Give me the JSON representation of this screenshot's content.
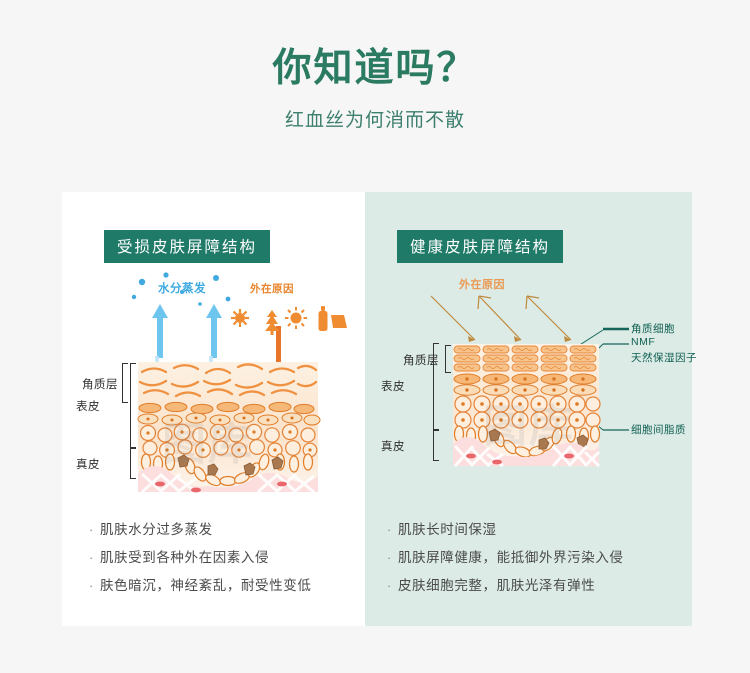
{
  "header": {
    "title": "你知道吗？",
    "subtitle": "红血丝为何消而不散",
    "title_color": "#2b7a62",
    "subtitle_color": "#3d7f6e"
  },
  "page": {
    "background": "#f6f6f6"
  },
  "panels": [
    {
      "id": "damaged",
      "heading": "受损皮肤屏障结构",
      "heading_bg": "#1f7a68",
      "background": "#ffffff",
      "diagram": {
        "labels": {
          "water_evaporation": "水分蒸发",
          "external_causes": "外在原因",
          "stratum_corneum": "角质层",
          "epidermis": "表皮",
          "dermis": "真皮"
        },
        "icons": [
          "virus-burst-icon",
          "tree-icon",
          "sun-icon",
          "cosmetic-bottle-icon",
          "paper-sheet-icon"
        ],
        "arrow_colors": {
          "up": "#6ec6ee",
          "down": "#e8752a"
        }
      },
      "bullets": [
        "肌肤水分过多蒸发",
        "肌肤受到各种外在因素入侵",
        "肤色暗沉，神经紊乱，耐受性变低"
      ]
    },
    {
      "id": "healthy",
      "heading": "健康皮肤屏障结构",
      "heading_bg": "#1f7a68",
      "background": "#dcebe6",
      "diagram": {
        "labels": {
          "external_causes": "外在原因",
          "stratum_corneum": "角质层",
          "epidermis": "表皮",
          "dermis": "真皮",
          "corneocyte": "角质细胞",
          "nmf_abbr": "NMF",
          "nmf_full": "天然保湿因子",
          "intercellular_lipid": "细胞间脂质"
        },
        "arrow_colors": {
          "deflect": "#c08a3e"
        }
      },
      "bullets": [
        "肌肤长时间保湿",
        "肌肤屏障健康，能抵御外界污染入侵",
        "皮肤细胞完整，肌肤光泽有弹性"
      ]
    }
  ],
  "watermark": "图库"
}
